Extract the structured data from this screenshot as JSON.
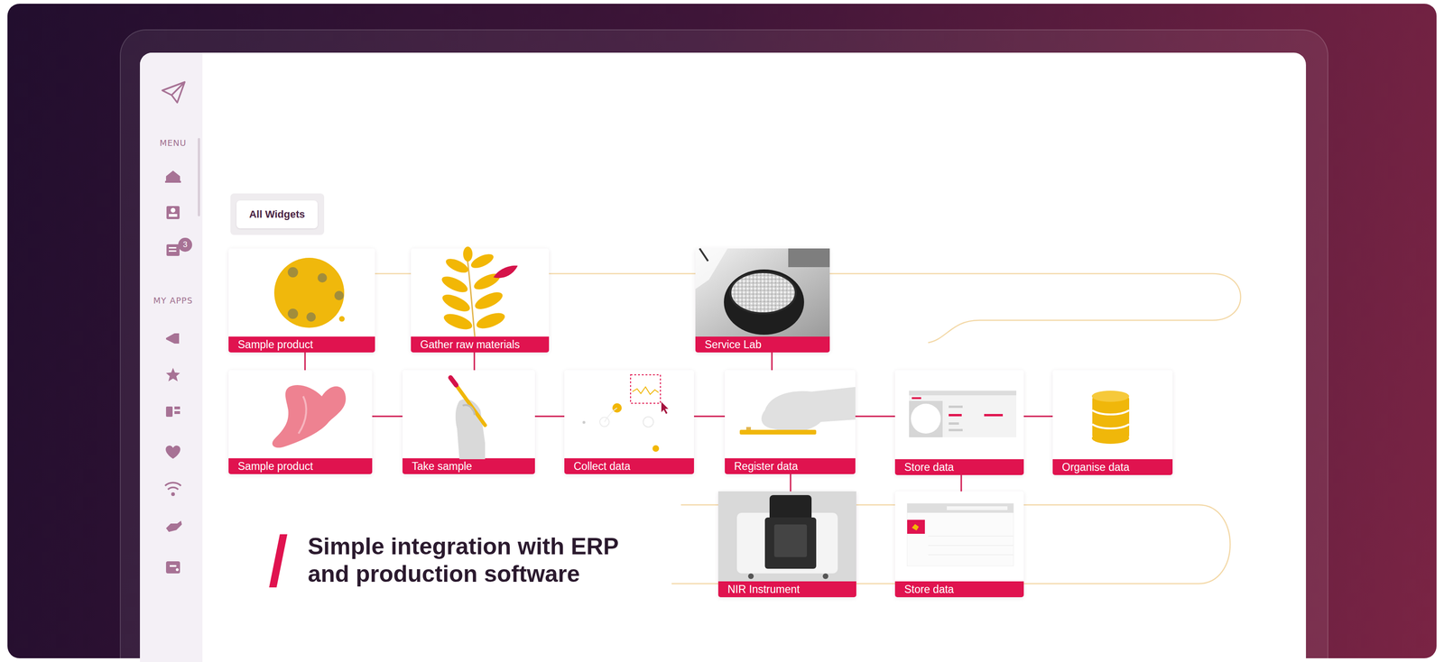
{
  "diagram": {
    "title": "Simple integration with ERP and production software",
    "nodes": [
      {
        "text": [
          "All Widgets"
        ]
      },
      {
        "text": [
          "Sample product"
        ]
      },
      {
        "text": [
          "Gather raw materials"
        ]
      },
      {
        "text": [
          "Service Lab"
        ]
      },
      {
        "text": [
          "Sample product"
        ]
      },
      {
        "text": [
          "Take sample"
        ]
      },
      {
        "text": [
          "Collect data"
        ]
      },
      {
        "text": [
          "Register data"
        ]
      },
      {
        "text": [
          "Store data"
        ]
      },
      {
        "text": [
          "Organise data"
        ]
      },
      {
        "text": [
          "NIR Instrument"
        ]
      },
      {
        "text": [
          "Store data"
        ]
      }
    ],
    "edges": [
      {
        "from": 1,
        "to": 4,
        "arrow": "none"
      },
      {
        "from": 2,
        "to": 5,
        "arrow": "none"
      },
      {
        "from": 3,
        "to": 7,
        "arrow": "none"
      },
      {
        "from": 4,
        "to": 5,
        "arrow": "none"
      },
      {
        "from": 5,
        "to": 6,
        "arrow": "none"
      },
      {
        "from": 6,
        "to": 7,
        "arrow": "none"
      },
      {
        "from": 7,
        "to": 8,
        "arrow": "none"
      },
      {
        "from": 8,
        "to": 9,
        "arrow": "none"
      },
      {
        "from": 7,
        "to": 10,
        "arrow": "none"
      },
      {
        "from": 8,
        "to": 11,
        "arrow": "none"
      }
    ],
    "labels": [
      "MENU",
      "3",
      "MY APPS"
    ]
  }
}
